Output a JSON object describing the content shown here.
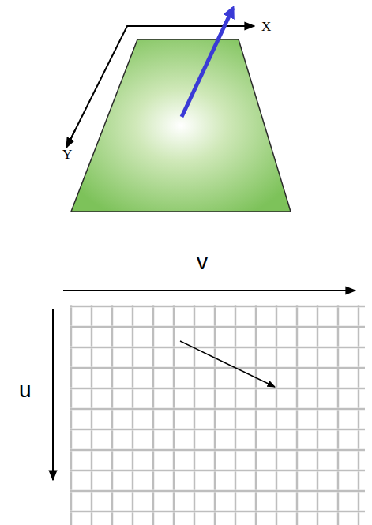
{
  "diagram": {
    "labels": [
      "X",
      "Y",
      "v",
      "u"
    ]
  }
}
